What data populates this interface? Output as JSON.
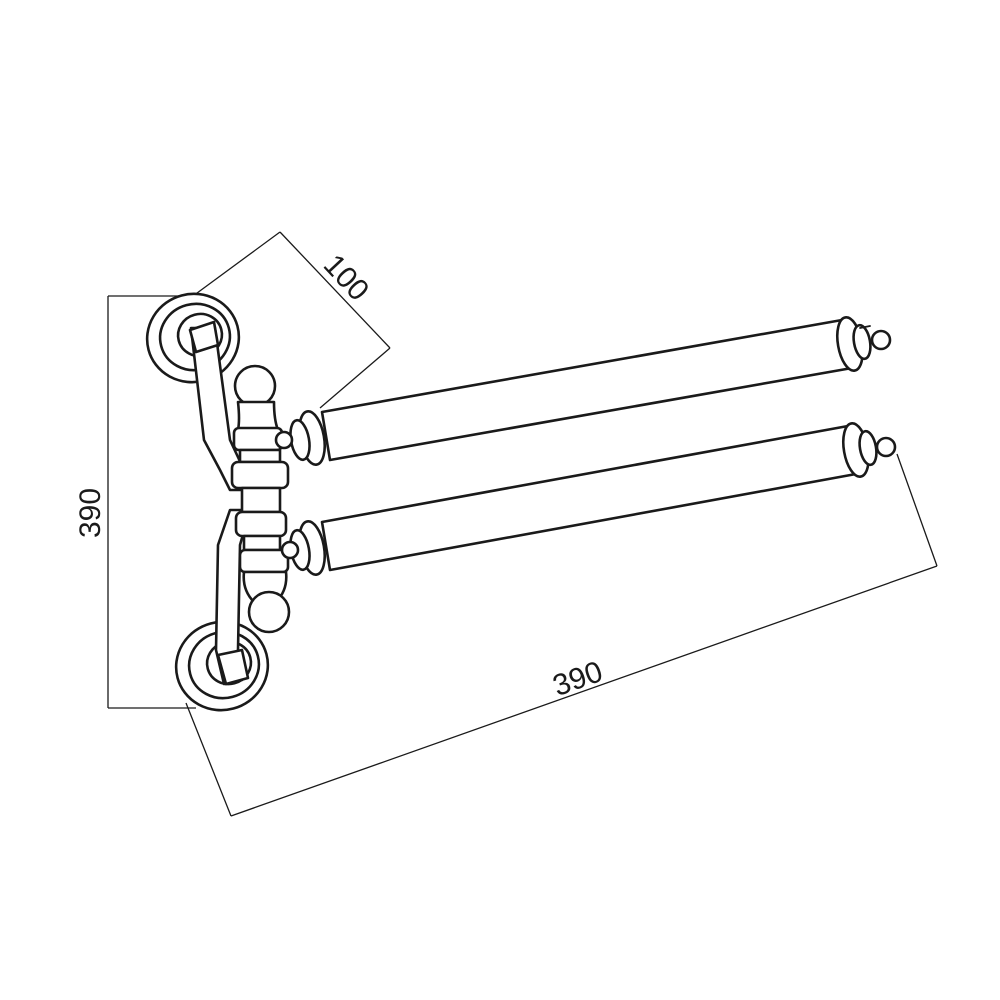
{
  "dimensions": {
    "arm_offset": "100",
    "height": "390",
    "length": "390"
  }
}
